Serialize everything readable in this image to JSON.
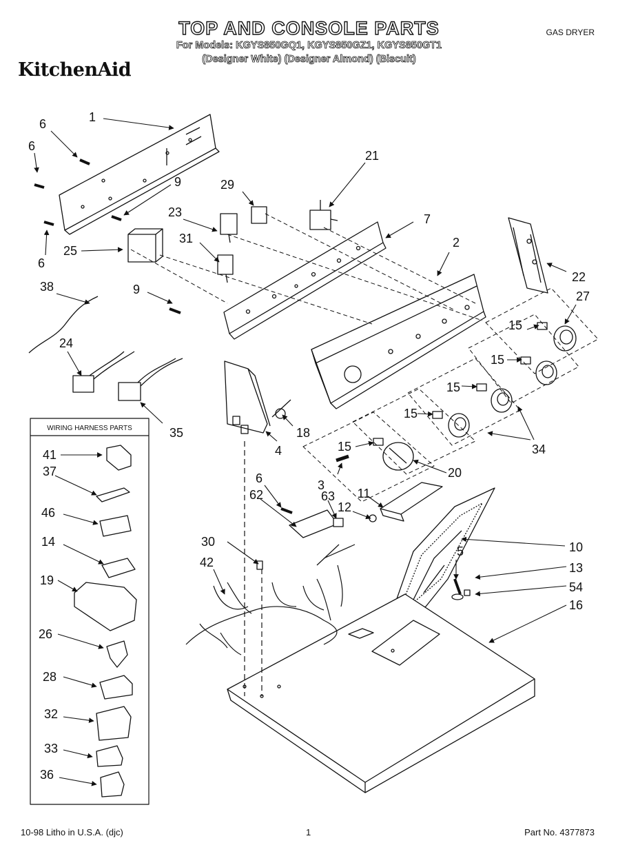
{
  "header": {
    "title": "TOP AND CONSOLE PARTS",
    "models_line": "For Models: KGYS850GQ1, KGYS850GZ1, KGYS850GT1",
    "colors_line": "(Designer White) (Designer Almond)  (Biscuit)",
    "brand": "KitchenAid",
    "product": "GAS DRYER"
  },
  "wiring_box": {
    "title": "WIRING HARNESS PARTS"
  },
  "callouts": {
    "c1": "1",
    "c2": "2",
    "c3": "3",
    "c4": "4",
    "c5": "5",
    "c6a": "6",
    "c6b": "6",
    "c6c": "6",
    "c6d": "6",
    "c7": "7",
    "c9a": "9",
    "c9b": "9",
    "c10": "10",
    "c11": "11",
    "c12": "12",
    "c13": "13",
    "c14": "14",
    "c15a": "15",
    "c15b": "15",
    "c15c": "15",
    "c15d": "15",
    "c15e": "15",
    "c16": "16",
    "c18": "18",
    "c19": "19",
    "c20": "20",
    "c21": "21",
    "c22": "22",
    "c23": "23",
    "c24": "24",
    "c25": "25",
    "c26": "26",
    "c27": "27",
    "c28": "28",
    "c29": "29",
    "c30": "30",
    "c31": "31",
    "c32": "32",
    "c33": "33",
    "c34": "34",
    "c35": "35",
    "c36": "36",
    "c37": "37",
    "c38": "38",
    "c41": "41",
    "c42": "42",
    "c46": "46",
    "c54": "54",
    "c62": "62",
    "c63": "63"
  },
  "footer": {
    "litho": "10-98 Litho in U.S.A. (djc)",
    "page": "1",
    "part_no": "Part No. 4377873"
  }
}
